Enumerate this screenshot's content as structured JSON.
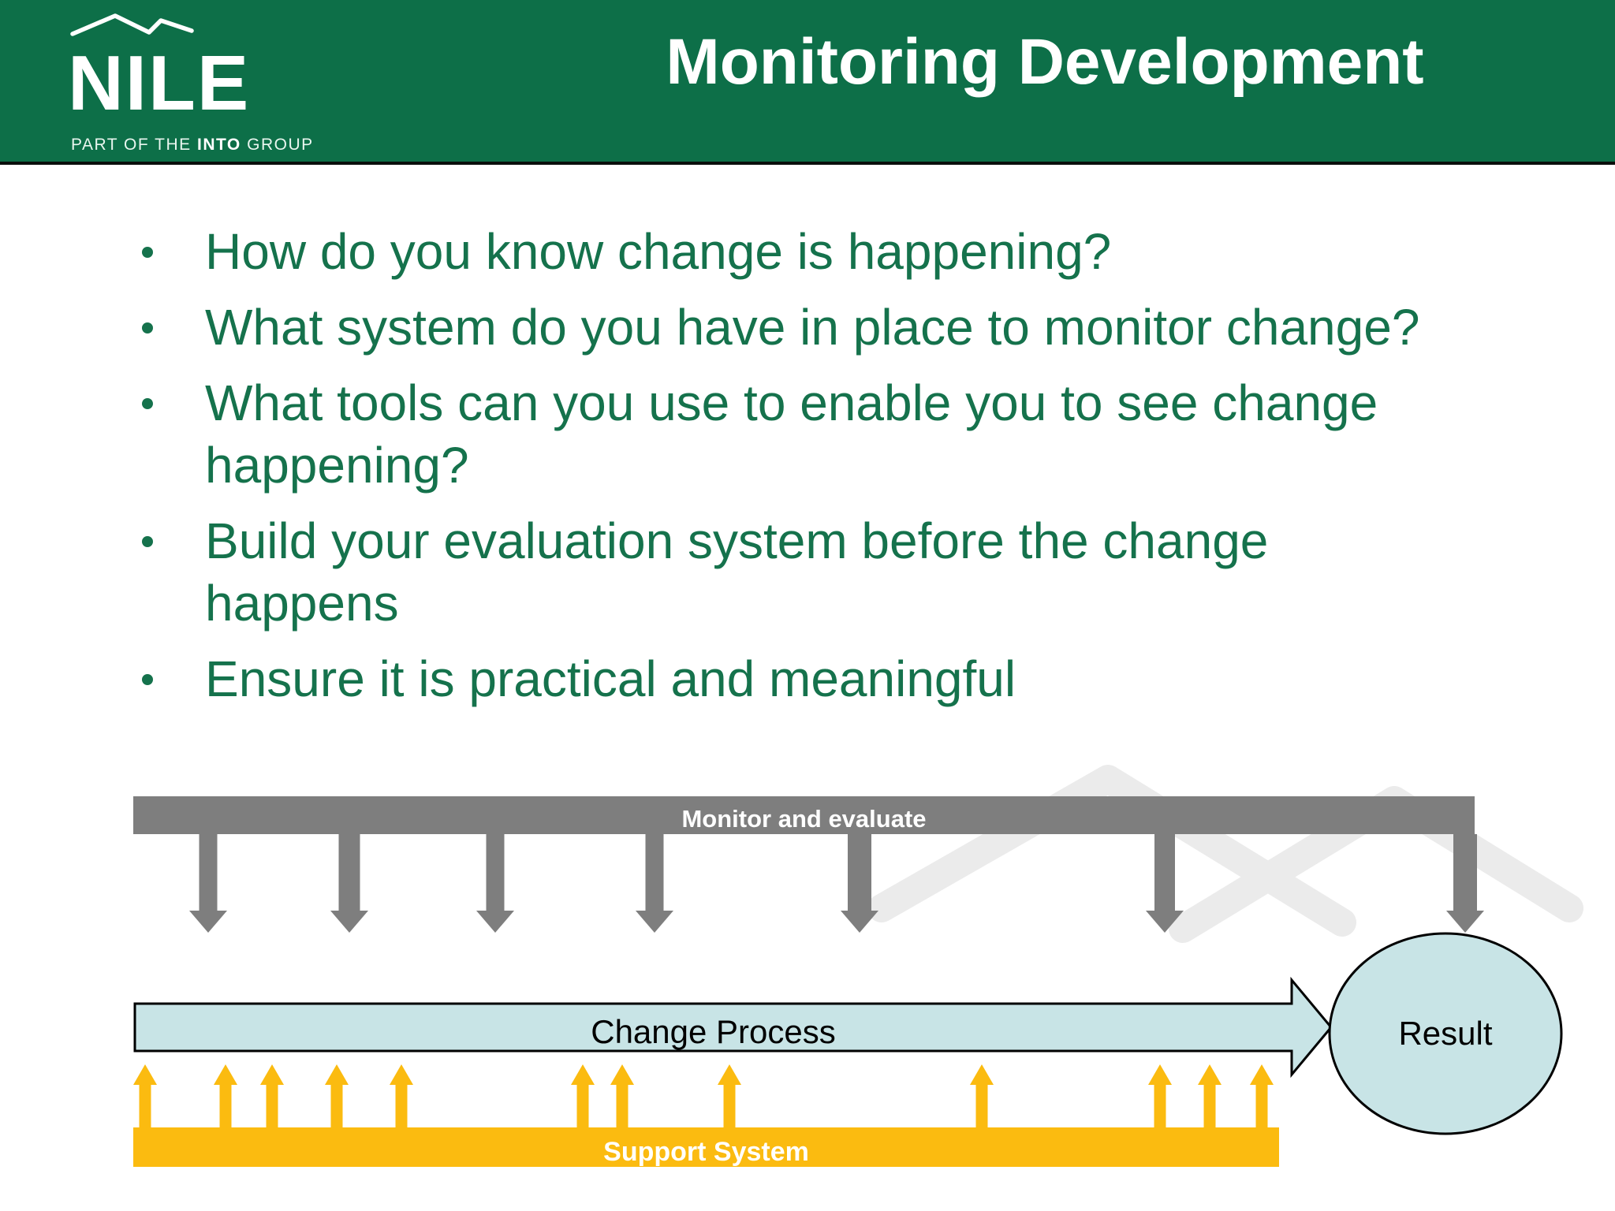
{
  "header": {
    "logo": {
      "name": "NILE",
      "tagline_prefix": "PART OF THE ",
      "tagline_bold": "INTO",
      "tagline_suffix": " GROUP"
    },
    "title": "Monitoring Development"
  },
  "bullets": {
    "items": [
      "How do you know change is happening?",
      "What system do you have in place to monitor change?",
      "What tools can you use to enable you to see change\nhappening?",
      "Build your evaluation system before the change\nhappens",
      "Ensure it is practical and meaningful"
    ]
  },
  "diagram": {
    "monitor_bar_label": "Monitor and evaluate",
    "change_process_label": "Change Process",
    "result_label": "Result",
    "support_bar_label": "Support System"
  },
  "colors": {
    "header_green": "#0d6f48",
    "bullet_green": "#15724c",
    "bar_gray": "#7e7e7e",
    "pale_blue": "#c8e4e6",
    "support_yellow": "#fbbb10",
    "watermark_gray": "#ebebeb",
    "outline_black": "#000000"
  }
}
